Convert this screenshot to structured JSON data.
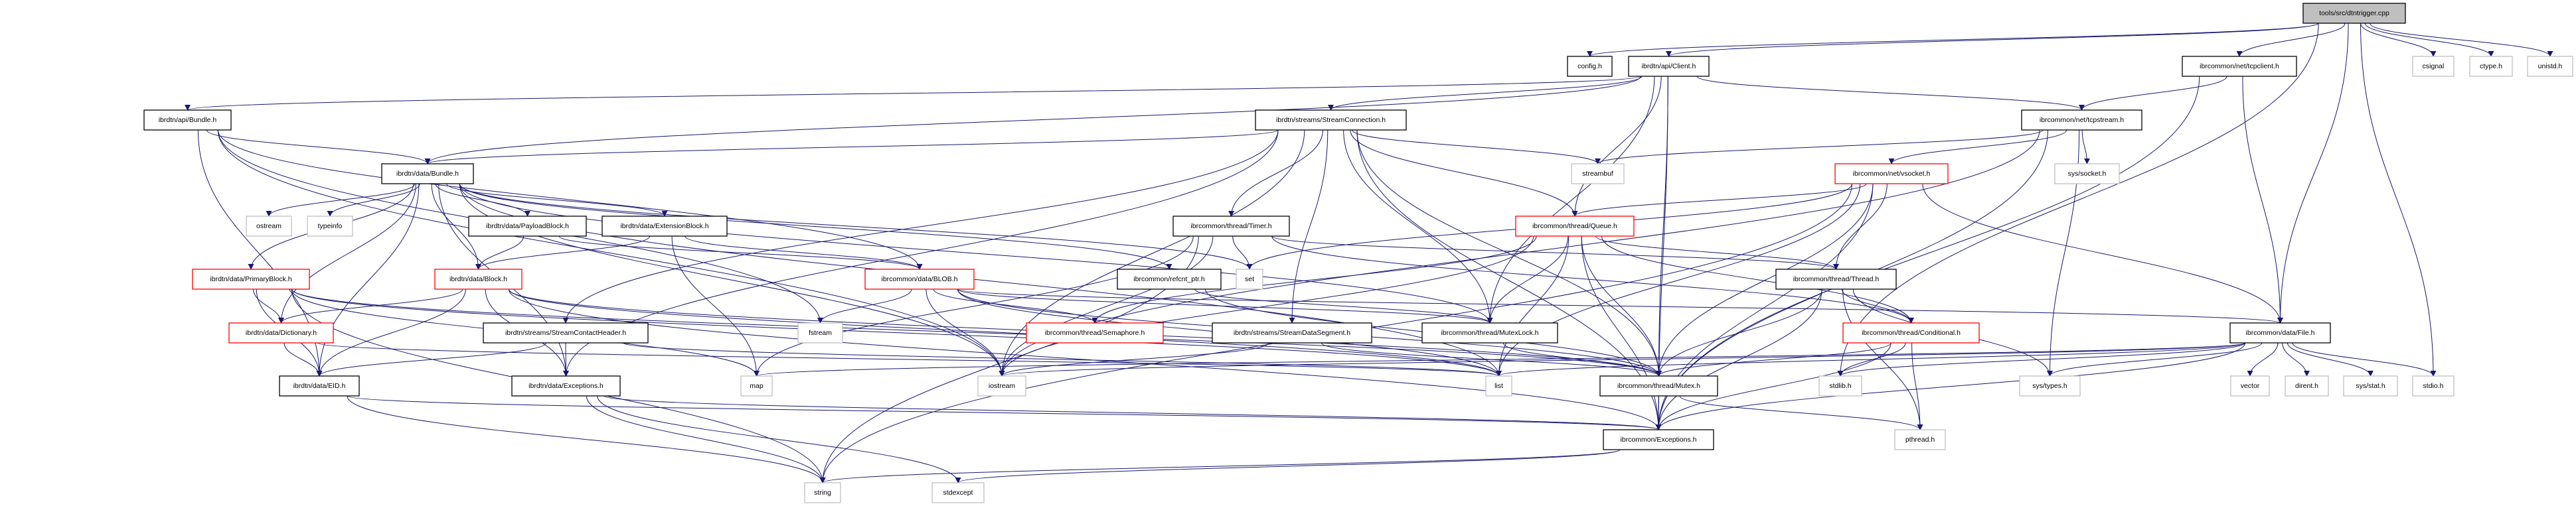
{
  "graph": {
    "edge_color": "#191970",
    "root_fill": "#bfbfbf",
    "truncated_border": "#ff0000",
    "system_border": "#bfbfbf",
    "nodes": [
      {
        "label": "tools/src/dtntrigger.cpp",
        "kind": "root"
      },
      {
        "label": "config.h",
        "kind": "doc"
      },
      {
        "label": "ibrdtn/api/Client.h",
        "kind": "doc"
      },
      {
        "label": "ibrcommon/net/tcpclient.h",
        "kind": "doc"
      },
      {
        "label": "csignal",
        "kind": "system"
      },
      {
        "label": "ctype.h",
        "kind": "system"
      },
      {
        "label": "unistd.h",
        "kind": "system"
      },
      {
        "label": "ibrdtn/api/Bundle.h",
        "kind": "doc"
      },
      {
        "label": "ibrdtn/streams/StreamConnection.h",
        "kind": "doc"
      },
      {
        "label": "ibrcommon/net/tcpstream.h",
        "kind": "doc"
      },
      {
        "label": "ibrdtn/data/Bundle.h",
        "kind": "doc"
      },
      {
        "label": "streambuf",
        "kind": "system"
      },
      {
        "label": "ibrcommon/net/vsocket.h",
        "kind": "truncated"
      },
      {
        "label": "sys/socket.h",
        "kind": "system"
      },
      {
        "label": "ostream",
        "kind": "system"
      },
      {
        "label": "typeinfo",
        "kind": "system"
      },
      {
        "label": "ibrdtn/data/PayloadBlock.h",
        "kind": "doc"
      },
      {
        "label": "ibrdtn/data/ExtensionBlock.h",
        "kind": "doc"
      },
      {
        "label": "ibrcommon/thread/Timer.h",
        "kind": "doc"
      },
      {
        "label": "ibrcommon/thread/Queue.h",
        "kind": "truncated"
      },
      {
        "label": "ibrdtn/data/PrimaryBlock.h",
        "kind": "truncated"
      },
      {
        "label": "ibrdtn/data/Block.h",
        "kind": "truncated"
      },
      {
        "label": "ibrcommon/data/BLOB.h",
        "kind": "truncated"
      },
      {
        "label": "ibrcommon/refcnt_ptr.h",
        "kind": "doc"
      },
      {
        "label": "set",
        "kind": "system"
      },
      {
        "label": "ibrcommon/thread/Thread.h",
        "kind": "doc"
      },
      {
        "label": "ibrdtn/data/Dictionary.h",
        "kind": "truncated"
      },
      {
        "label": "ibrdtn/streams/StreamContactHeader.h",
        "kind": "doc"
      },
      {
        "label": "fstream",
        "kind": "system"
      },
      {
        "label": "ibrcommon/thread/Semaphore.h",
        "kind": "truncated"
      },
      {
        "label": "ibrdtn/streams/StreamDataSegment.h",
        "kind": "doc"
      },
      {
        "label": "ibrcommon/thread/MutexLock.h",
        "kind": "doc"
      },
      {
        "label": "ibrcommon/thread/Conditional.h",
        "kind": "truncated"
      },
      {
        "label": "ibrcommon/data/File.h",
        "kind": "doc"
      },
      {
        "label": "ibrdtn/data/EID.h",
        "kind": "doc"
      },
      {
        "label": "ibrdtn/data/Exceptions.h",
        "kind": "doc"
      },
      {
        "label": "map",
        "kind": "system"
      },
      {
        "label": "iostream",
        "kind": "system"
      },
      {
        "label": "list",
        "kind": "system"
      },
      {
        "label": "ibrcommon/thread/Mutex.h",
        "kind": "doc"
      },
      {
        "label": "stdlib.h",
        "kind": "system"
      },
      {
        "label": "sys/types.h",
        "kind": "system"
      },
      {
        "label": "vector",
        "kind": "system"
      },
      {
        "label": "dirent.h",
        "kind": "system"
      },
      {
        "label": "sys/stat.h",
        "kind": "system"
      },
      {
        "label": "stdio.h",
        "kind": "system"
      },
      {
        "label": "ibrcommon/Exceptions.h",
        "kind": "doc"
      },
      {
        "label": "pthread.h",
        "kind": "system"
      },
      {
        "label": "string",
        "kind": "system"
      },
      {
        "label": "stdexcept",
        "kind": "system"
      }
    ],
    "edges": [
      [
        "tools/src/dtntrigger.cpp",
        "config.h"
      ],
      [
        "tools/src/dtntrigger.cpp",
        "ibrdtn/api/Client.h"
      ],
      [
        "tools/src/dtntrigger.cpp",
        "ibrcommon/net/tcpclient.h"
      ],
      [
        "tools/src/dtntrigger.cpp",
        "ibrcommon/data/File.h"
      ],
      [
        "tools/src/dtntrigger.cpp",
        "csignal"
      ],
      [
        "tools/src/dtntrigger.cpp",
        "ctype.h"
      ],
      [
        "tools/src/dtntrigger.cpp",
        "unistd.h"
      ],
      [
        "tools/src/dtntrigger.cpp",
        "stdio.h"
      ],
      [
        "tools/src/dtntrigger.cpp",
        "stdlib.h"
      ],
      [
        "ibrdtn/api/Client.h",
        "ibrdtn/api/Bundle.h"
      ],
      [
        "ibrdtn/api/Client.h",
        "ibrdtn/data/Bundle.h"
      ],
      [
        "ibrdtn/api/Client.h",
        "ibrdtn/streams/StreamConnection.h"
      ],
      [
        "ibrdtn/api/Client.h",
        "ibrcommon/net/tcpstream.h"
      ],
      [
        "ibrdtn/api/Client.h",
        "ibrcommon/thread/Queue.h"
      ],
      [
        "ibrdtn/api/Client.h",
        "ibrcommon/thread/MutexLock.h"
      ],
      [
        "ibrdtn/api/Client.h",
        "ibrcommon/thread/Mutex.h"
      ],
      [
        "ibrdtn/api/Client.h",
        "ibrcommon/Exceptions.h"
      ],
      [
        "ibrcommon/net/tcpclient.h",
        "ibrcommon/net/tcpstream.h"
      ],
      [
        "ibrcommon/net/tcpclient.h",
        "ibrcommon/data/File.h"
      ],
      [
        "ibrcommon/net/tcpclient.h",
        "ibrcommon/Exceptions.h"
      ],
      [
        "ibrcommon/net/tcpstream.h",
        "streambuf"
      ],
      [
        "ibrcommon/net/tcpstream.h",
        "ibrcommon/net/vsocket.h"
      ],
      [
        "ibrcommon/net/tcpstream.h",
        "sys/socket.h"
      ],
      [
        "ibrcommon/net/tcpstream.h",
        "sys/types.h"
      ],
      [
        "ibrcommon/net/tcpstream.h",
        "ibrcommon/Exceptions.h"
      ],
      [
        "ibrcommon/net/tcpstream.h",
        "iostream"
      ],
      [
        "ibrcommon/net/vsocket.h",
        "ibrcommon/thread/Queue.h"
      ],
      [
        "ibrcommon/net/vsocket.h",
        "ibrcommon/thread/Thread.h"
      ],
      [
        "ibrcommon/net/vsocket.h",
        "ibrcommon/data/File.h"
      ],
      [
        "ibrcommon/net/vsocket.h",
        "list"
      ],
      [
        "ibrcommon/net/vsocket.h",
        "ibrcommon/thread/Mutex.h"
      ],
      [
        "ibrcommon/net/vsocket.h",
        "ibrcommon/Exceptions.h"
      ],
      [
        "ibrcommon/net/vsocket.h",
        "set"
      ],
      [
        "ibrcommon/net/vsocket.h",
        "string"
      ],
      [
        "ibrdtn/streams/StreamConnection.h",
        "ibrdtn/data/Bundle.h"
      ],
      [
        "ibrdtn/streams/StreamConnection.h",
        "streambuf"
      ],
      [
        "ibrdtn/streams/StreamConnection.h",
        "ibrcommon/thread/Timer.h"
      ],
      [
        "ibrdtn/streams/StreamConnection.h",
        "ibrcommon/thread/Queue.h"
      ],
      [
        "ibrdtn/streams/StreamConnection.h",
        "ibrdtn/streams/StreamDataSegment.h"
      ],
      [
        "ibrdtn/streams/StreamConnection.h",
        "ibrdtn/streams/StreamContactHeader.h"
      ],
      [
        "ibrdtn/streams/StreamConnection.h",
        "ibrcommon/thread/MutexLock.h"
      ],
      [
        "ibrdtn/streams/StreamConnection.h",
        "ibrcommon/thread/Mutex.h"
      ],
      [
        "ibrdtn/streams/StreamConnection.h",
        "ibrcommon/Exceptions.h"
      ],
      [
        "ibrdtn/streams/StreamConnection.h",
        "iostream"
      ],
      [
        "ibrdtn/streams/StreamConnection.h",
        "ibrdtn/data/Exceptions.h"
      ],
      [
        "ibrdtn/api/Bundle.h",
        "ibrdtn/data/Bundle.h"
      ],
      [
        "ibrdtn/api/Bundle.h",
        "ibrdtn/data/EID.h"
      ],
      [
        "ibrdtn/api/Bundle.h",
        "ibrcommon/data/BLOB.h"
      ],
      [
        "ibrdtn/api/Bundle.h",
        "fstream"
      ],
      [
        "ibrdtn/api/Bundle.h",
        "iostream"
      ],
      [
        "ibrdtn/data/Bundle.h",
        "ostream"
      ],
      [
        "ibrdtn/data/Bundle.h",
        "typeinfo"
      ],
      [
        "ibrdtn/data/Bundle.h",
        "ibrdtn/data/PayloadBlock.h"
      ],
      [
        "ibrdtn/data/Bundle.h",
        "ibrdtn/data/ExtensionBlock.h"
      ],
      [
        "ibrdtn/data/Bundle.h",
        "ibrdtn/data/PrimaryBlock.h"
      ],
      [
        "ibrdtn/data/Bundle.h",
        "ibrdtn/data/Block.h"
      ],
      [
        "ibrdtn/data/Bundle.h",
        "ibrdtn/data/Dictionary.h"
      ],
      [
        "ibrdtn/data/Bundle.h",
        "ibrdtn/data/EID.h"
      ],
      [
        "ibrdtn/data/Bundle.h",
        "ibrdtn/data/Exceptions.h"
      ],
      [
        "ibrdtn/data/Bundle.h",
        "ibrcommon/refcnt_ptr.h"
      ],
      [
        "ibrdtn/data/Bundle.h",
        "set"
      ],
      [
        "ibrdtn/data/Bundle.h",
        "list"
      ],
      [
        "ibrdtn/data/Bundle.h",
        "iostream"
      ],
      [
        "ibrdtn/data/Bundle.h",
        "ibrcommon/thread/MutexLock.h"
      ],
      [
        "ibrdtn/data/PayloadBlock.h",
        "ibrdtn/data/Block.h"
      ],
      [
        "ibrdtn/data/PayloadBlock.h",
        "ibrcommon/data/BLOB.h"
      ],
      [
        "ibrdtn/data/ExtensionBlock.h",
        "ibrdtn/data/Block.h"
      ],
      [
        "ibrdtn/data/ExtensionBlock.h",
        "map"
      ],
      [
        "ibrdtn/data/ExtensionBlock.h",
        "ibrcommon/data/BLOB.h"
      ],
      [
        "ibrdtn/data/PrimaryBlock.h",
        "ibrdtn/data/Dictionary.h"
      ],
      [
        "ibrdtn/data/PrimaryBlock.h",
        "ibrdtn/data/EID.h"
      ],
      [
        "ibrdtn/data/PrimaryBlock.h",
        "string"
      ],
      [
        "ibrdtn/data/PrimaryBlock.h",
        "map"
      ],
      [
        "ibrdtn/data/PrimaryBlock.h",
        "ibrcommon/thread/Mutex.h"
      ],
      [
        "ibrdtn/data/PrimaryBlock.h",
        "list"
      ],
      [
        "ibrdtn/data/Block.h",
        "ibrdtn/data/Dictionary.h"
      ],
      [
        "ibrdtn/data/Block.h",
        "ibrdtn/data/EID.h"
      ],
      [
        "ibrdtn/data/Block.h",
        "ibrdtn/data/Exceptions.h"
      ],
      [
        "ibrdtn/data/Block.h",
        "list"
      ],
      [
        "ibrdtn/data/Block.h",
        "ibrcommon/Exceptions.h"
      ],
      [
        "ibrdtn/data/Block.h",
        "ibrcommon/thread/Mutex.h"
      ],
      [
        "ibrdtn/data/Dictionary.h",
        "ibrdtn/data/EID.h"
      ],
      [
        "ibrdtn/data/Dictionary.h",
        "list"
      ],
      [
        "ibrdtn/streams/StreamContactHeader.h",
        "ibrdtn/data/EID.h"
      ],
      [
        "ibrdtn/streams/StreamContactHeader.h",
        "ibrdtn/data/Exceptions.h"
      ],
      [
        "ibrdtn/streams/StreamContactHeader.h",
        "list"
      ],
      [
        "ibrdtn/data/EID.h",
        "string"
      ],
      [
        "ibrdtn/data/EID.h",
        "ibrcommon/Exceptions.h"
      ],
      [
        "ibrdtn/data/Exceptions.h",
        "string"
      ],
      [
        "ibrdtn/data/Exceptions.h",
        "stdexcept"
      ],
      [
        "ibrdtn/data/Exceptions.h",
        "ibrcommon/Exceptions.h"
      ],
      [
        "ibrcommon/data/BLOB.h",
        "ibrcommon/thread/Semaphore.h"
      ],
      [
        "ibrcommon/data/BLOB.h",
        "iostream"
      ],
      [
        "ibrcommon/data/BLOB.h",
        "fstream"
      ],
      [
        "ibrcommon/data/BLOB.h",
        "ibrcommon/thread/MutexLock.h"
      ],
      [
        "ibrcommon/data/BLOB.h",
        "ibrcommon/data/File.h"
      ],
      [
        "ibrcommon/data/BLOB.h",
        "ibrcommon/thread/Mutex.h"
      ],
      [
        "ibrcommon/data/BLOB.h",
        "list"
      ],
      [
        "ibrcommon/refcnt_ptr.h",
        "ibrcommon/thread/MutexLock.h"
      ],
      [
        "ibrcommon/refcnt_ptr.h",
        "ibrcommon/thread/Mutex.h"
      ],
      [
        "ibrcommon/thread/Timer.h",
        "set"
      ],
      [
        "ibrcommon/thread/Timer.h",
        "ibrcommon/thread/Thread.h"
      ],
      [
        "ibrcommon/thread/Timer.h",
        "ibrcommon/thread/Conditional.h"
      ],
      [
        "ibrcommon/thread/Timer.h",
        "iostream"
      ],
      [
        "ibrcommon/thread/Timer.h",
        "string"
      ],
      [
        "ibrcommon/thread/Timer.h",
        "map"
      ],
      [
        "ibrcommon/thread/Queue.h",
        "ibrcommon/thread/Semaphore.h"
      ],
      [
        "ibrcommon/thread/Queue.h",
        "ibrcommon/thread/MutexLock.h"
      ],
      [
        "ibrcommon/thread/Queue.h",
        "ibrcommon/thread/Mutex.h"
      ],
      [
        "ibrcommon/thread/Queue.h",
        "ibrcommon/thread/Thread.h"
      ],
      [
        "ibrcommon/thread/Queue.h",
        "ibrcommon/thread/Conditional.h"
      ],
      [
        "ibrcommon/thread/Queue.h",
        "ibrcommon/Exceptions.h"
      ],
      [
        "ibrcommon/thread/Queue.h",
        "iostream"
      ],
      [
        "ibrcommon/thread/Queue.h",
        "list"
      ],
      [
        "ibrdtn/streams/StreamDataSegment.h",
        "iostream"
      ],
      [
        "ibrdtn/streams/StreamDataSegment.h",
        "ibrcommon/thread/Mutex.h"
      ],
      [
        "ibrcommon/thread/MutexLock.h",
        "ibrcommon/thread/Mutex.h"
      ],
      [
        "ibrcommon/thread/Mutex.h",
        "ibrcommon/Exceptions.h"
      ],
      [
        "ibrcommon/thread/Mutex.h",
        "pthread.h"
      ],
      [
        "ibrcommon/thread/Thread.h",
        "ibrcommon/thread/Conditional.h"
      ],
      [
        "ibrcommon/thread/Thread.h",
        "ibrcommon/thread/Mutex.h"
      ],
      [
        "ibrcommon/thread/Thread.h",
        "sys/types.h"
      ],
      [
        "ibrcommon/thread/Thread.h",
        "pthread.h"
      ],
      [
        "ibrcommon/thread/Thread.h",
        "ibrcommon/Exceptions.h"
      ],
      [
        "ibrcommon/thread/Conditional.h",
        "ibrcommon/thread/Mutex.h"
      ],
      [
        "ibrcommon/thread/Conditional.h",
        "ibrcommon/Exceptions.h"
      ],
      [
        "ibrcommon/thread/Conditional.h",
        "pthread.h"
      ],
      [
        "ibrcommon/thread/Conditional.h",
        "stdlib.h"
      ],
      [
        "ibrcommon/data/File.h",
        "list"
      ],
      [
        "ibrcommon/data/File.h",
        "sys/types.h"
      ],
      [
        "ibrcommon/data/File.h",
        "vector"
      ],
      [
        "ibrcommon/data/File.h",
        "dirent.h"
      ],
      [
        "ibrcommon/data/File.h",
        "sys/stat.h"
      ],
      [
        "ibrcommon/data/File.h",
        "stdio.h"
      ],
      [
        "ibrcommon/data/File.h",
        "map"
      ],
      [
        "ibrcommon/data/File.h",
        "iostream"
      ],
      [
        "ibrcommon/data/File.h",
        "ibrcommon/Exceptions.h"
      ],
      [
        "ibrcommon/data/File.h",
        "stdlib.h"
      ],
      [
        "ibrcommon/Exceptions.h",
        "string"
      ],
      [
        "ibrcommon/Exceptions.h",
        "stdexcept"
      ]
    ]
  }
}
